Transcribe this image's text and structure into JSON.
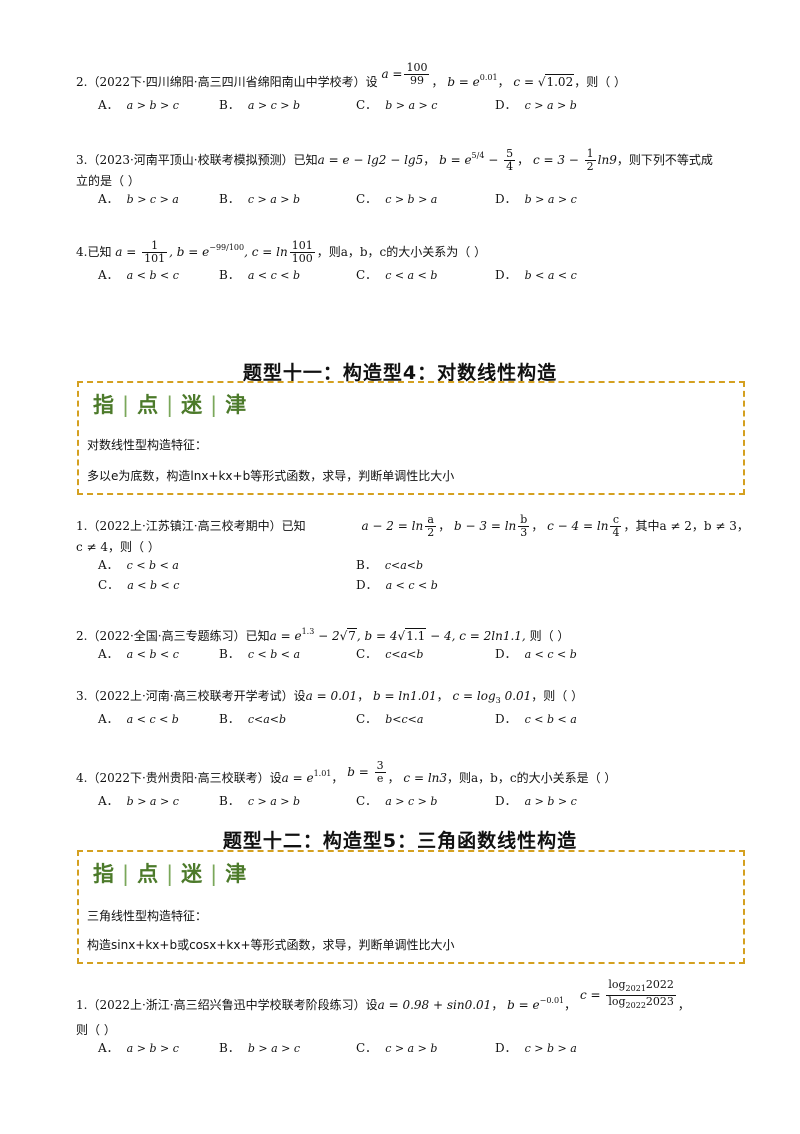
{
  "questions_top": [
    {
      "num": "2.",
      "source": "（2022下·四川绵阳·高三四川省绵阳南山中学校考）设",
      "options": [
        "a > b > c",
        "a > c > b",
        "b > a > c",
        "c > a > b"
      ],
      "tail": "，则（    ）"
    },
    {
      "num": "3.",
      "source": "（2023·河南平顶山·校联考模拟预测）已知",
      "tail": "，则下列不等式成",
      "cont": "立的是（    ）",
      "options": [
        "b > c > a",
        "c > a > b",
        "c > b > a",
        "b > a > c"
      ]
    },
    {
      "num": "4.",
      "source": "已知",
      "tail": "，则a，b，c的大小关系为（        ）",
      "options": [
        "a < b < c",
        "a < c < b",
        "c < a < b",
        "b < a < c"
      ]
    }
  ],
  "option_labels": [
    "A．",
    "B．",
    "C．",
    "D．"
  ],
  "section11": {
    "title": "题型十一：构造型4：对数线性构造",
    "tip_title": [
      "指",
      "点",
      "迷",
      "津"
    ],
    "tip_line1": "对数线性型构造特征：",
    "tip_line2": "多以e为底数，构造lnx+kx+b等形式函数，求导，判断单调性比大小"
  },
  "questions_s11": [
    {
      "num": "1.",
      "source": "（2022上·江苏镇江·高三校考期中）已知",
      "tail": "，其中a ≠ 2，b ≠ 3，",
      "cont": "c ≠ 4，则（      ）",
      "options": [
        "c < b < a",
        "c<a<b",
        "a < b < c",
        "a < c < b"
      ]
    },
    {
      "num": "2.",
      "source": "（2022·全国·高三专题练习）已知",
      "tail": "则（      ）",
      "options": [
        "a < b < c",
        "c < b < a",
        "c<a<b",
        "a < c < b"
      ]
    },
    {
      "num": "3.",
      "source": "（2022上·河南·高三校联考开学考试）设",
      "tail": "，则（      ）",
      "options": [
        "a < c < b",
        "c<a<b",
        "b<c<a",
        "c < b < a"
      ]
    },
    {
      "num": "4.",
      "source": "（2022下·贵州贵阳·高三校联考）设",
      "tail": "，则a，b，c的大小关系是（    ）",
      "options": [
        "b > a > c",
        "c > a > b",
        "a > c > b",
        "a > b > c"
      ]
    }
  ],
  "section12": {
    "title": "题型十二：构造型5：三角函数线性构造",
    "tip_title": [
      "指",
      "点",
      "迷",
      "津"
    ],
    "tip_line1": "三角线性型构造特征：",
    "tip_line2": "构造sinx+kx+b或cosx+kx+等形式函数，求导，判断单调性比大小"
  },
  "questions_s12": [
    {
      "num": "1.",
      "source": "（2022上·浙江·高三绍兴鲁迅中学校联考阶段练习）设",
      "cont": "则（      ）",
      "options": [
        "a > b > c",
        "b > a > c",
        "c > a > b",
        "c > b > a"
      ]
    }
  ]
}
